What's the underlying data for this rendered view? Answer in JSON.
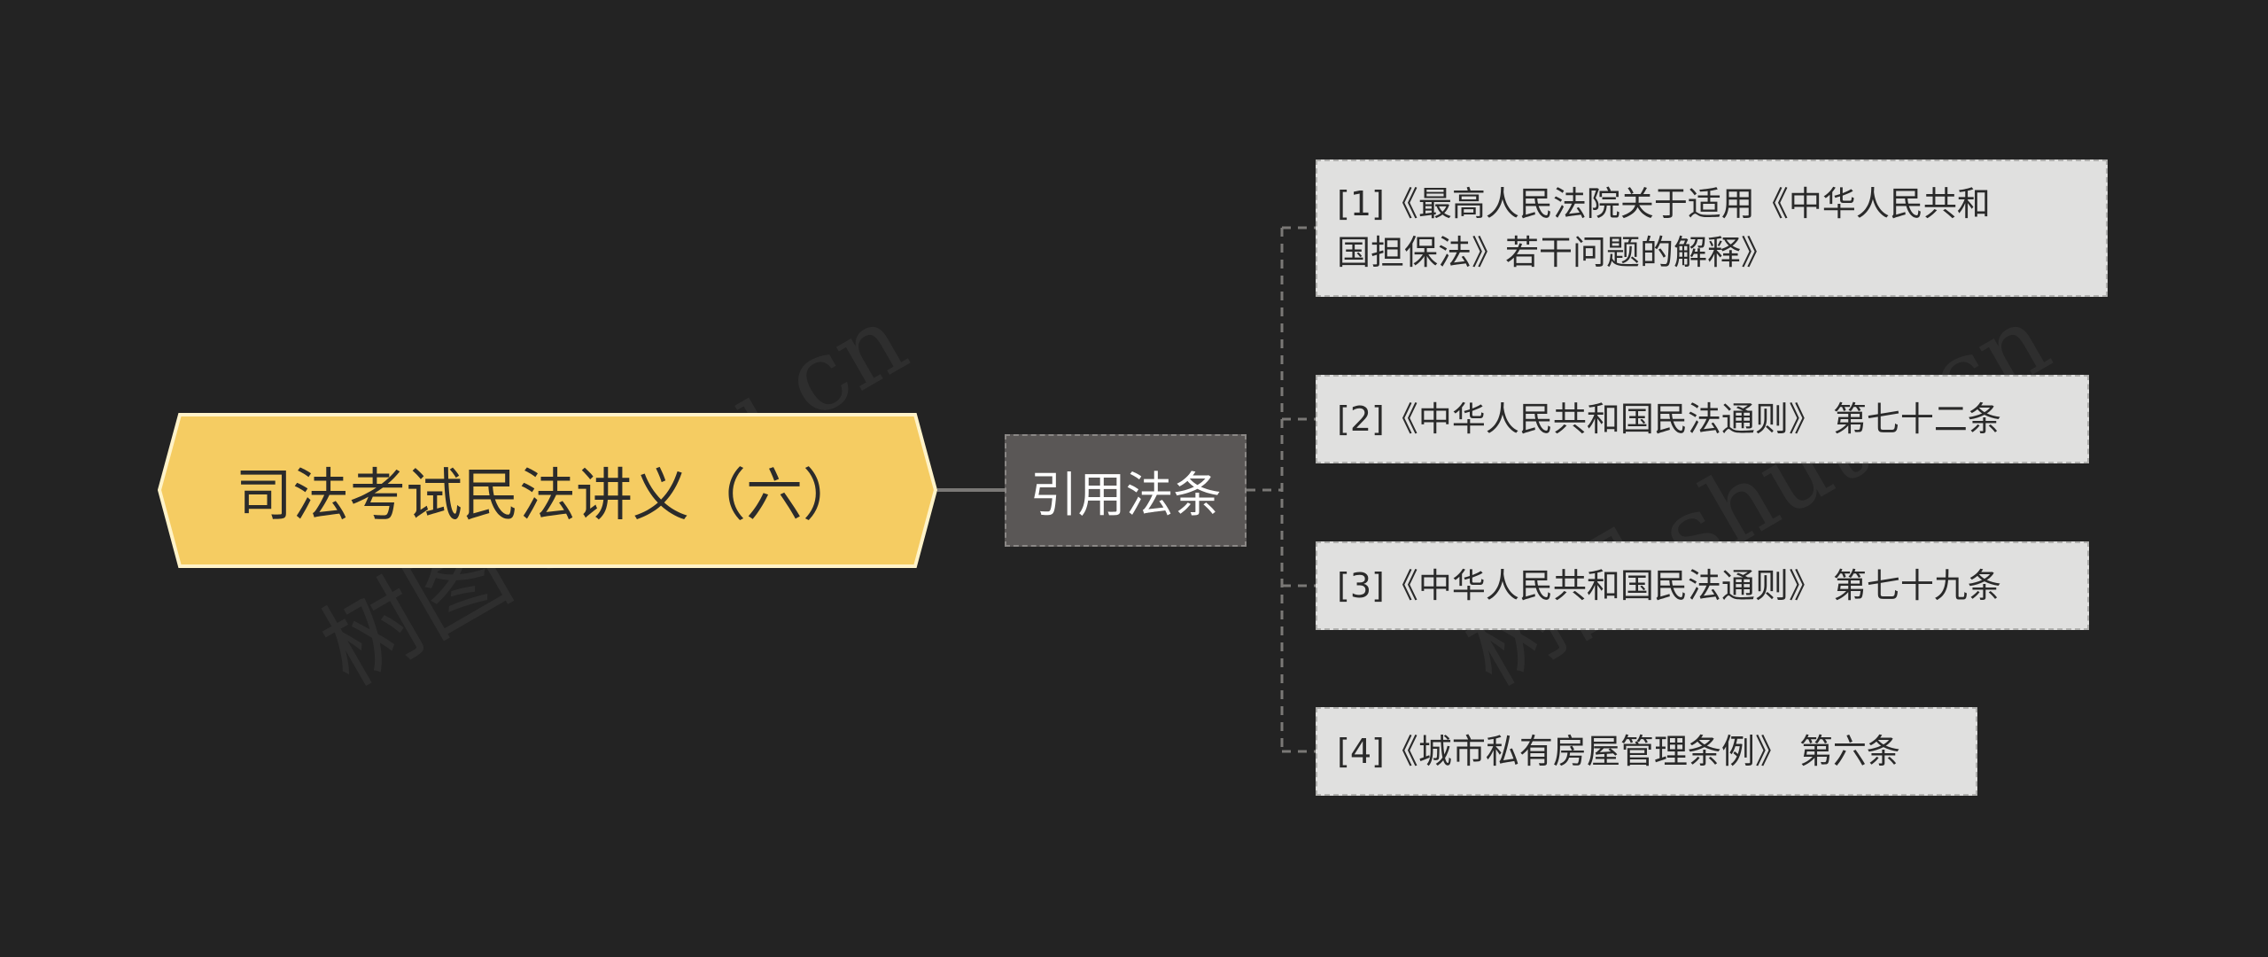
{
  "root": {
    "label": "司法考试民法讲义（六）",
    "color": "#f5cc62",
    "border_color": "#fff3c9"
  },
  "branch": {
    "label": "引用法条",
    "color": "#5a5756"
  },
  "leaves": [
    {
      "line1": "[1]《最高人民法院关于适用《中华人民共和",
      "line2": "国担保法》若干问题的解释》"
    },
    {
      "label": "[2]《中华人民共和国民法通则》 第七十二条"
    },
    {
      "label": "[3]《中华人民共和国民法通则》 第七十九条"
    },
    {
      "label": "[4]《城市私有房屋管理条例》 第六条"
    }
  ],
  "watermark": "树图 shutu.cn",
  "background": "#232323"
}
